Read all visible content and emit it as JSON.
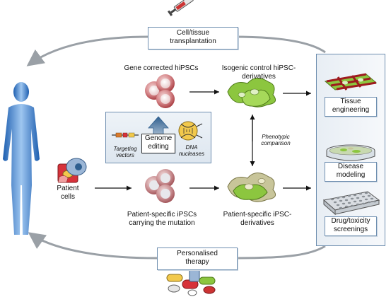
{
  "labels": {
    "cell_tissue_transplantation": "Cell/tissue\ntransplantation",
    "gene_corrected": "Gene corrected hiPSCs",
    "isogenic_control": "Isogenic control hiPSC-\nderivatives",
    "genome_editing": "Genome\nediting",
    "targeting_vectors": "Targeting\nvectors",
    "dna_nucleases": "DNA\nnucleases",
    "phenotypic_comparison": "Phenotypic\ncomparison",
    "patient_cells": "Patient\ncells",
    "patient_specific_ipscs": "Patient-specific iPSCs\ncarrying the mutation",
    "patient_specific_derivatives": "Patient-specific iPSC-\nderivatives",
    "tissue_engineering": "Tissue\nengineering",
    "disease_modeling": "Disease\nmodeling",
    "drug_toxicity": "Drug/toxicity\nscreenings",
    "personalised_therapy": "Personalised\ntherapy"
  },
  "colors": {
    "frame": "#6f8fb0",
    "loop_arrow": "#9aa0a6",
    "body": "#3a7fd0",
    "ipsc_red": "#c0464a",
    "derivative_green": "#8cc63f",
    "derivative_tan": "#c8c59a",
    "editing_arrow": "#2f5f8f"
  }
}
